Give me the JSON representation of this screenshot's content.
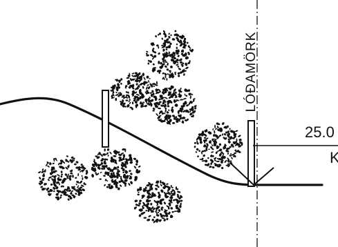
{
  "drawing": {
    "boundary_label": "LÓÐAMÖRK",
    "dimension_value": "25.0",
    "dimension_sub": "K"
  },
  "colors": {
    "ink": "#111111",
    "background": "#ffffff"
  }
}
